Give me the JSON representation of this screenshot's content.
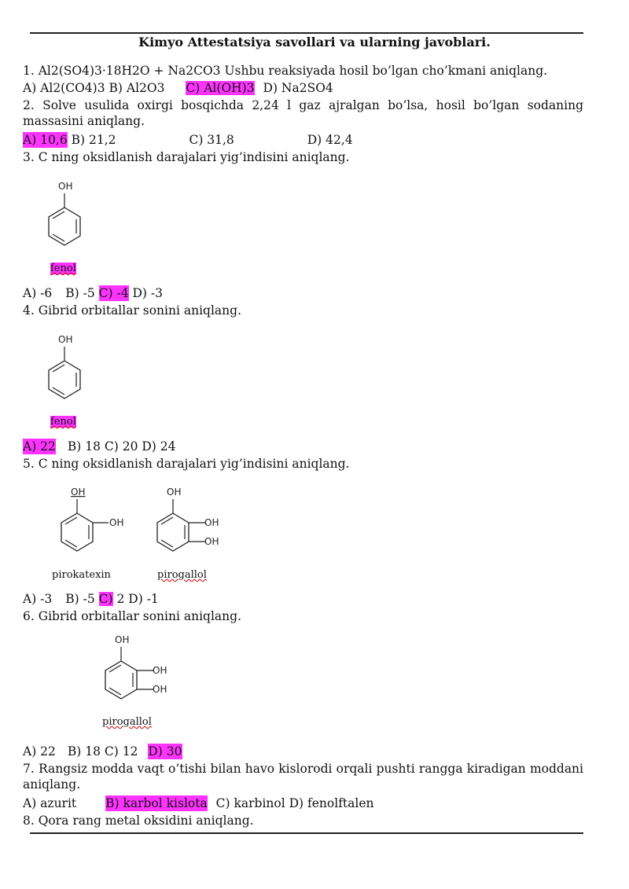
{
  "title": "Kimyo Attestatsiya savollari va ularning javoblari.",
  "q1": {
    "text": "1. Al2(SO4)3·18H2O + Na2CO3 Ushbu reaksiyada hosil bo’lgan cho’kmani aniqlang.",
    "a": "A) Al2(CO4)3",
    "b": "B) Al2O3",
    "c": "C) Al(OH)3",
    "d": "D) Na2SO4"
  },
  "q2": {
    "text": "2. Solve usulida oxirgi bosqichda 2,24 l gaz ajralgan bo’lsa, hosil bo’lgan sodaning massasini aniqlang.",
    "a": "A) 10,6",
    "b": "B) 21,2",
    "c": "C) 31,8",
    "d": "D) 42,4"
  },
  "q3": {
    "text": "3.  C ning oksidlanish darajalari yig’indisini aniqlang.",
    "mol_label": "fenol",
    "oh": "OH",
    "a": "A) -6",
    "b": "B) -5",
    "c": "C) -4",
    "d": "D) -3"
  },
  "q4": {
    "text": "4. Gibrid orbitallar sonini aniqlang.",
    "mol_label": "fenol",
    "oh": "OH",
    "a": "A) 22",
    "b": "B) 18",
    "c": "C) 20",
    "d": "D) 24"
  },
  "q5": {
    "text": "5. C ning oksidlanish darajalari yig’indisini aniqlang.",
    "mol1_label": "pirokatexin",
    "mol2_label": "pirogallol",
    "oh": "OH",
    "a": "A) -3",
    "b": "B) -5",
    "c": "C)",
    "c2": "2",
    "d": "D) -1"
  },
  "q6": {
    "text": "6. Gibrid orbitallar sonini aniqlang.",
    "mol_label": "pirogallol",
    "oh": "OH",
    "a": "A) 22",
    "b": "B) 18",
    "c": "C) 12",
    "d": "D) 30"
  },
  "q7": {
    "text": "7. Rangsiz modda vaqt o’tishi bilan havo kislorodi orqali pushti rangga kiradigan moddani aniqlang.",
    "a": "A) azurit",
    "b": "B) karbol kislota",
    "c": "C) karbinol",
    "d": "D) fenolftalen"
  },
  "q8": {
    "text": "8.  Qora rang metal oksidini aniqlang."
  },
  "colors": {
    "highlight": "#ff33ff",
    "text": "#111111"
  }
}
